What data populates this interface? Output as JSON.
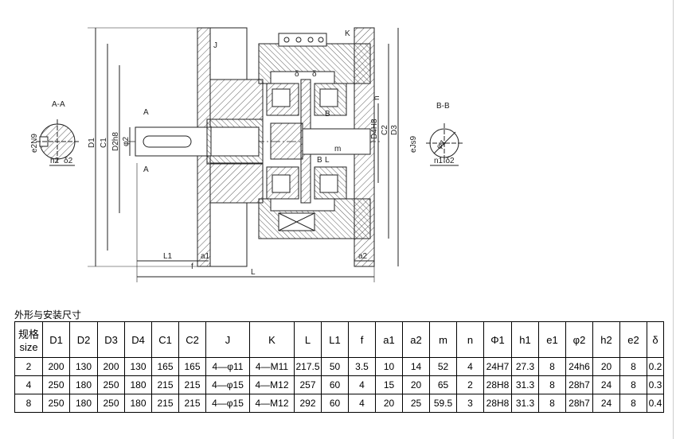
{
  "drawing": {
    "labels": {
      "section_a": "A-A",
      "section_b": "B-B",
      "e2n9": "e2N9",
      "h2": "h2",
      "delta2": "δ2",
      "d1": "D1",
      "c1": "C1",
      "d2h8": "D2h8",
      "phi2": "φ2",
      "a_top": "A",
      "a_bottom": "A",
      "l1": "L1",
      "f": "f",
      "a1": "a1",
      "l": "L",
      "a2": "a2",
      "j": "J",
      "k": "K",
      "delta_left": "δ",
      "delta_right": "δ",
      "b_top": "B",
      "b_bottom": "B",
      "n": "n",
      "d4h8": "D4H8",
      "c2": "C2",
      "d3": "D3",
      "m": "m",
      "l_mid": "L",
      "ejs9": "eJs9",
      "phi1": "φ1",
      "n1": "n1-δ2"
    }
  },
  "table": {
    "caption": "外形与安装尺寸",
    "header": {
      "size_cn": "规格",
      "size_en": "size",
      "cols": [
        "D1",
        "D2",
        "D3",
        "D4",
        "C1",
        "C2",
        "J",
        "K",
        "L",
        "L1",
        "f",
        "a1",
        "a2",
        "m",
        "n",
        "Φ1",
        "h1",
        "e1",
        "φ2",
        "h2",
        "e2",
        "δ"
      ]
    },
    "rows": [
      [
        "2",
        "200",
        "130",
        "200",
        "130",
        "165",
        "165",
        "4—φ11",
        "4—M11",
        "217.5",
        "50",
        "3.5",
        "10",
        "14",
        "52",
        "4",
        "24H7",
        "27.3",
        "8",
        "24h6",
        "20",
        "8",
        "0.2"
      ],
      [
        "4",
        "250",
        "180",
        "250",
        "180",
        "215",
        "215",
        "4—φ15",
        "4—M12",
        "257",
        "60",
        "4",
        "15",
        "20",
        "65",
        "2",
        "28H8",
        "31.3",
        "8",
        "28h7",
        "24",
        "8",
        "0.3"
      ],
      [
        "8",
        "250",
        "180",
        "250",
        "180",
        "215",
        "215",
        "4—φ15",
        "4—M12",
        "292",
        "60",
        "4",
        "20",
        "25",
        "59.5",
        "3",
        "28H8",
        "31.3",
        "8",
        "28h7",
        "24",
        "8",
        "0.4"
      ]
    ]
  }
}
